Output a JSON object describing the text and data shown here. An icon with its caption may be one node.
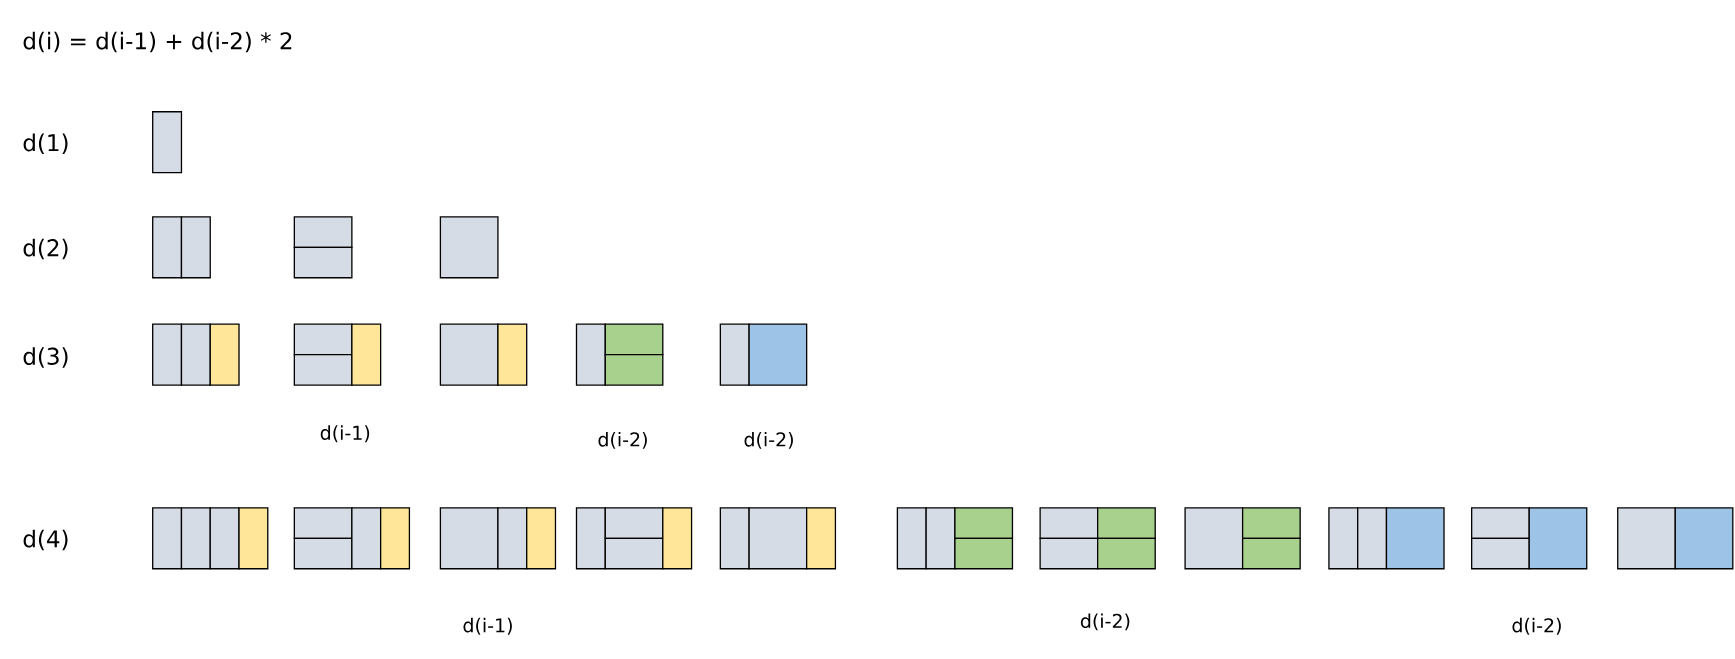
{
  "diagram": {
    "title": "d(i) = d(i-1) + d(i-2) * 2",
    "labels": [
      "d(1)",
      "d(2)",
      "d(3)",
      "d(i-1)",
      "d(i-2)",
      "d(i-2)",
      "d(4)",
      "d(i-1)",
      "d(i-2)",
      "d(i-2)"
    ]
  }
}
